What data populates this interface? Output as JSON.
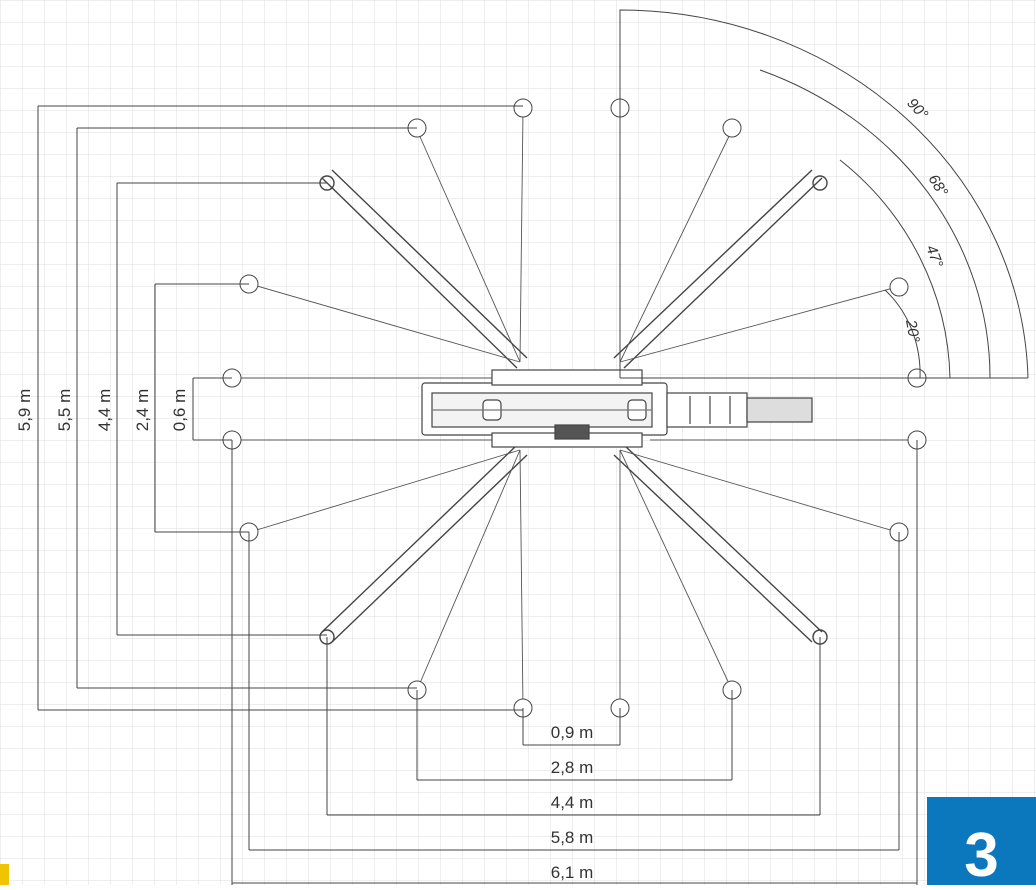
{
  "vertical_dims": [
    "5,9 m",
    "5,5 m",
    "4,4 m",
    "2,4 m",
    "0,6 m"
  ],
  "horizontal_dims": [
    "0,9 m",
    "2,8 m",
    "4,4 m",
    "5,8 m",
    "6,1 m"
  ],
  "angles": [
    "90°",
    "68°",
    "47°",
    "20°"
  ],
  "badge_number": "3",
  "colors": {
    "badge": "#0b77bd",
    "grid": "#dddddd",
    "lines": "#333333",
    "machine": "#444444",
    "accent": "#f0c400"
  }
}
